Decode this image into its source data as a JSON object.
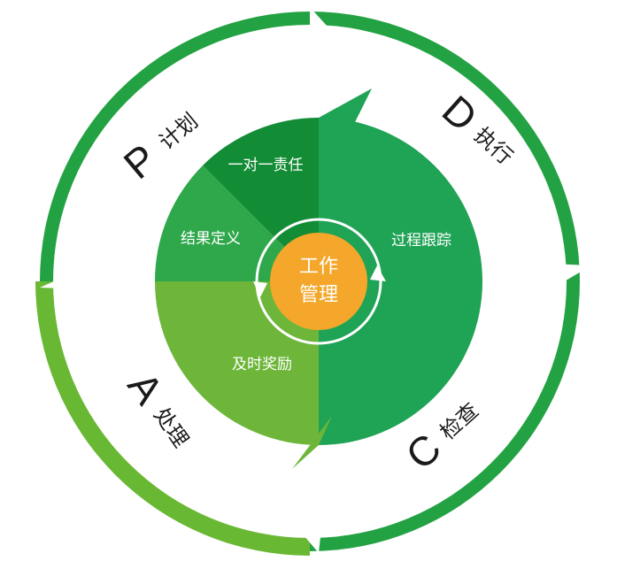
{
  "center": {
    "line1": "工作",
    "line2": "管理"
  },
  "inner_segments": {
    "responsibility": "一对一责任",
    "result_definition": "结果定义",
    "process_tracking": "过程跟踪",
    "timely_reward": "及时奖励"
  },
  "phases": {
    "plan": {
      "letter": "P",
      "word": "计划"
    },
    "do": {
      "letter": "D",
      "word": "执行"
    },
    "check": {
      "letter": "C",
      "word": "检查"
    },
    "act": {
      "letter": "A",
      "word": "处理"
    }
  },
  "colors": {
    "outer_dark": "#23a243",
    "outer_light": "#69b834",
    "ring_white": "#ffffff",
    "seg_dark": "#138c36",
    "seg_mid": "#2ea84b",
    "seg_right": "#1fa355",
    "seg_light": "#6db63a",
    "center_orange": "#f4a72a"
  }
}
